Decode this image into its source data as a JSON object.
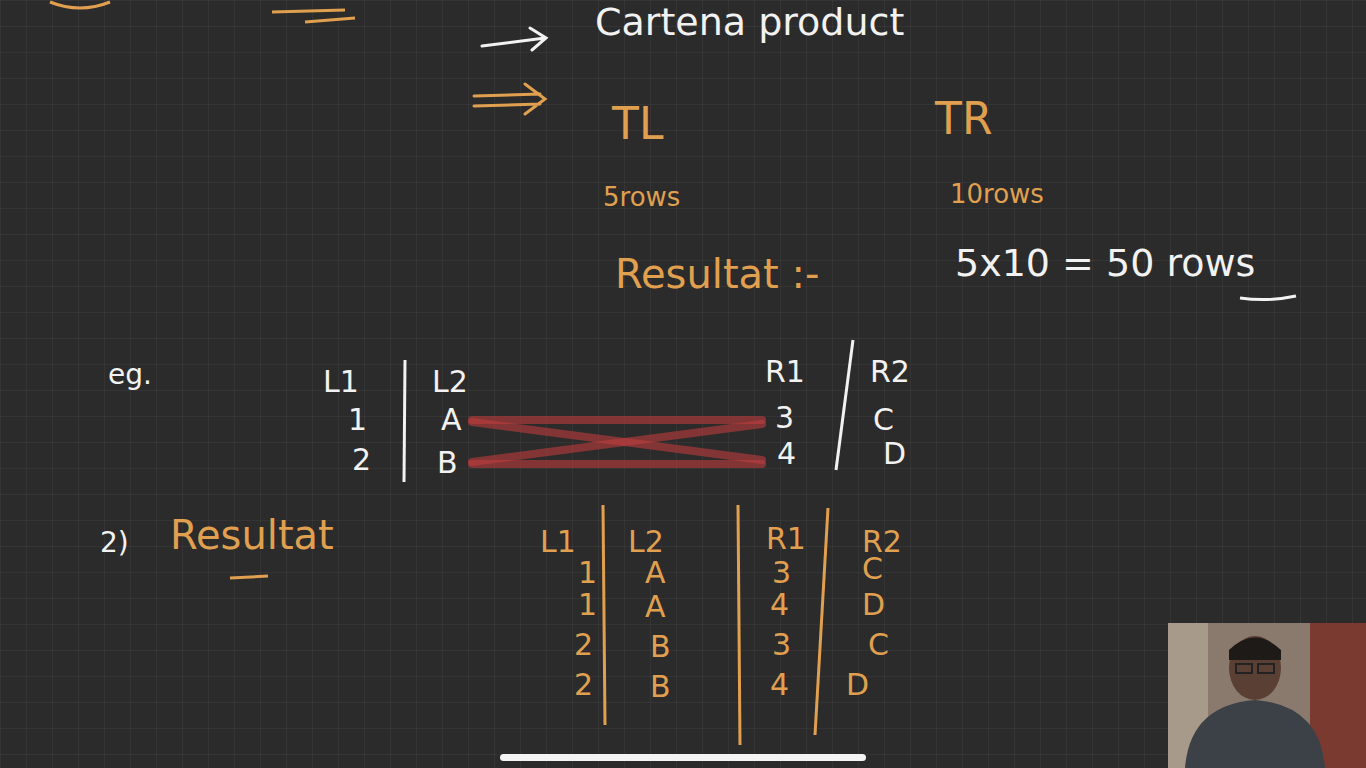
{
  "diagram": {
    "title": "Cartena product",
    "labels": [
      "TL",
      "TR",
      "5rows",
      "10rows",
      "Resultat :-",
      "5x10 = 50 rows",
      "eg.",
      "L1",
      "L2",
      "R1",
      "R2",
      "1",
      "A",
      "3",
      "C",
      "2",
      "B",
      "4",
      "D",
      "2)",
      "Resultat",
      "L1",
      "L2",
      "R1",
      "R2",
      "1",
      "A",
      "3",
      "C",
      "1",
      "A",
      "4",
      "D",
      "2",
      "B",
      "3",
      "C",
      "2",
      "B",
      "4",
      "D"
    ]
  }
}
